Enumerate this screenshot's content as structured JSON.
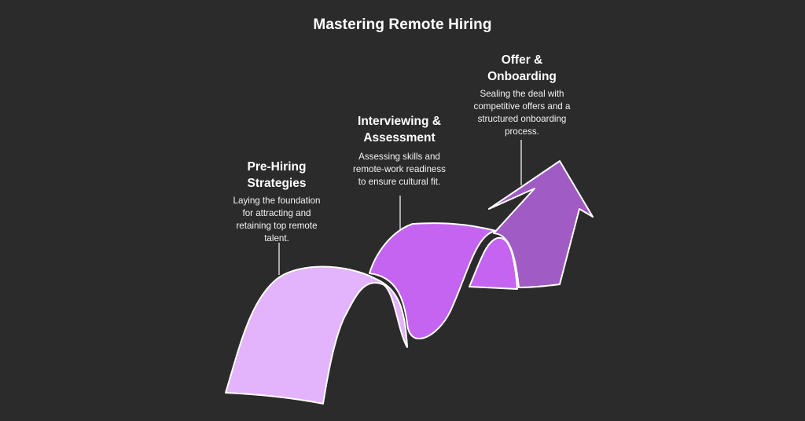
{
  "title": "Mastering Remote Hiring",
  "colors": {
    "background": "#2b2b2b",
    "stage_1": "#e3b3fb",
    "stage_2": "#c464f1",
    "stage_3": "#a05bc4",
    "outline": "#ffffff"
  },
  "stages": [
    {
      "heading_lines": [
        "Pre-Hiring",
        "Strategies"
      ],
      "description_lines": [
        "Laying the foundation",
        "for attracting and",
        "retaining top remote",
        "talent."
      ]
    },
    {
      "heading_lines": [
        "Interviewing &",
        "Assessment"
      ],
      "description_lines": [
        "Assessing skills and",
        "remote-work readiness",
        "to ensure cultural fit."
      ]
    },
    {
      "heading_lines": [
        "Offer &",
        "Onboarding"
      ],
      "description_lines": [
        "Sealing the deal with",
        "competitive offers and a",
        "structured onboarding",
        "process."
      ]
    }
  ]
}
